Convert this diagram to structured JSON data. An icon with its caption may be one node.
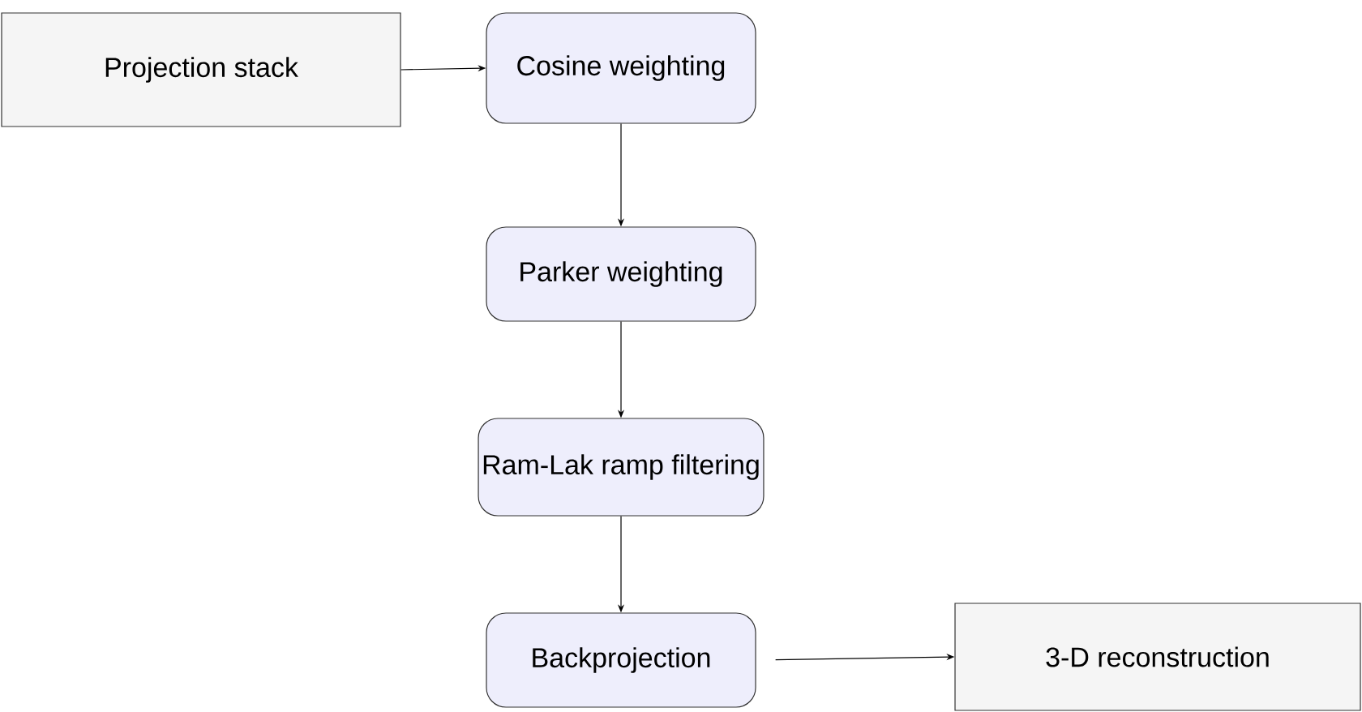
{
  "diagram": {
    "nodes": [
      {
        "text": [
          "Projection stack"
        ]
      },
      {
        "text": [
          "Cosine weighting"
        ]
      },
      {
        "text": [
          "Parker weighting"
        ]
      },
      {
        "text": [
          "Ram-Lak ramp filtering"
        ]
      },
      {
        "text": [
          "Backprojection"
        ]
      },
      {
        "text": [
          "3-D reconstruction"
        ]
      }
    ],
    "edges": [
      {
        "from": 0,
        "to": 1,
        "arrow": "to"
      },
      {
        "from": 1,
        "to": 2,
        "arrow": "to"
      },
      {
        "from": 2,
        "to": 3,
        "arrow": "to"
      },
      {
        "from": 3,
        "to": 4,
        "arrow": "to"
      },
      {
        "from": 4,
        "to": 5,
        "arrow": "to"
      }
    ]
  }
}
